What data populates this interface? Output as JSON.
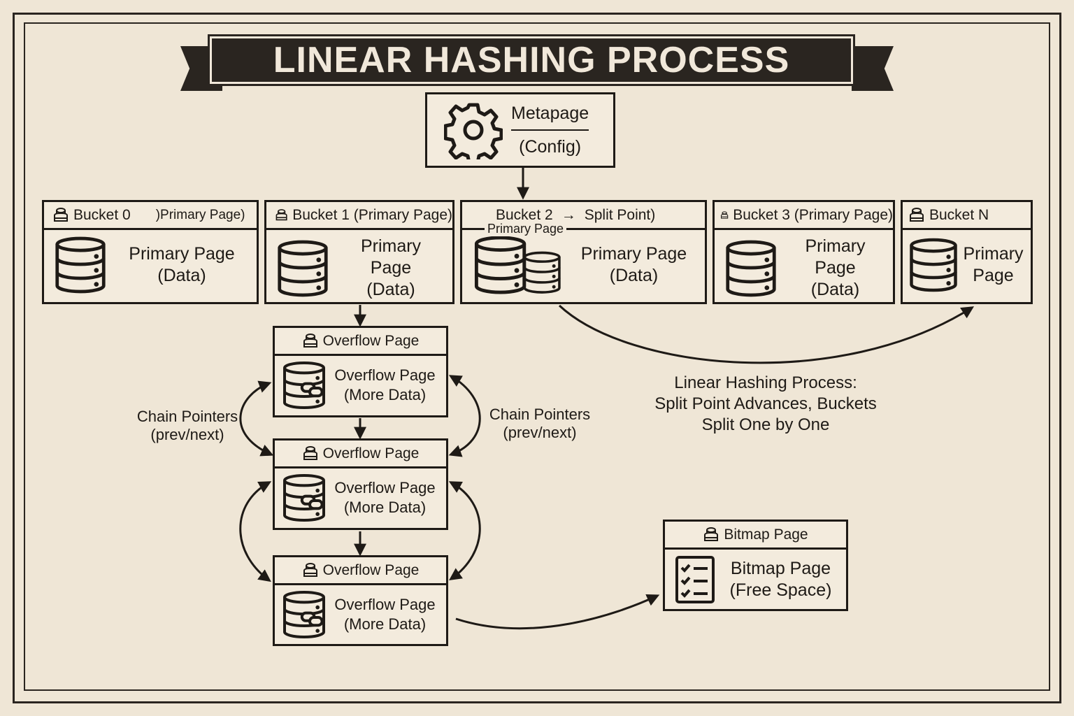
{
  "title": "LINEAR HASHING PROCESS",
  "metapage": {
    "line1": "Metapage",
    "line2": "(Config)"
  },
  "buckets": [
    {
      "header": "Bucket 0",
      "header_suffix": ")Primary Page)",
      "line1": "Primary Page",
      "line2": "(Data)"
    },
    {
      "header": "Bucket 1 (Primary Page)",
      "line1": "Primary Page",
      "line2": "(Data)"
    },
    {
      "header": "Bucket 2",
      "header_arrow": "→",
      "header_suffix": "Split Point)",
      "subheader": "Primary Page",
      "line1": "Primary Page",
      "line2": "(Data)"
    },
    {
      "header": "Bucket 3 (Primary Page)",
      "line1": "Primary Page",
      "line2": "(Data)"
    },
    {
      "header": "Bucket N",
      "line1": "Primary",
      "line2": "Page"
    }
  ],
  "overflow_pages": [
    {
      "header": "Overflow Page",
      "line1": "Overflow Page",
      "line2": "(More Data)"
    },
    {
      "header": "Overflow Page",
      "line1": "Overflow Page",
      "line2": "(More Data)"
    },
    {
      "header": "Overflow Page",
      "line1": "Overflow Page",
      "line2": "(More Data)"
    }
  ],
  "chain_left": {
    "line1": "Chain Pointers",
    "line2": "(prev/next)"
  },
  "chain_right": {
    "line1": "Chain Pointers",
    "line2": "(prev/next)"
  },
  "split_note": {
    "line1": "Linear Hashing Process:",
    "line2": "Split Point Advances, Buckets",
    "line3": "Split One by One"
  },
  "bitmap": {
    "header": "Bitmap Page",
    "line1": "Bitmap Page",
    "line2": "(Free Space)"
  },
  "colors": {
    "background": "#efe6d6",
    "ink": "#1e1a16"
  }
}
